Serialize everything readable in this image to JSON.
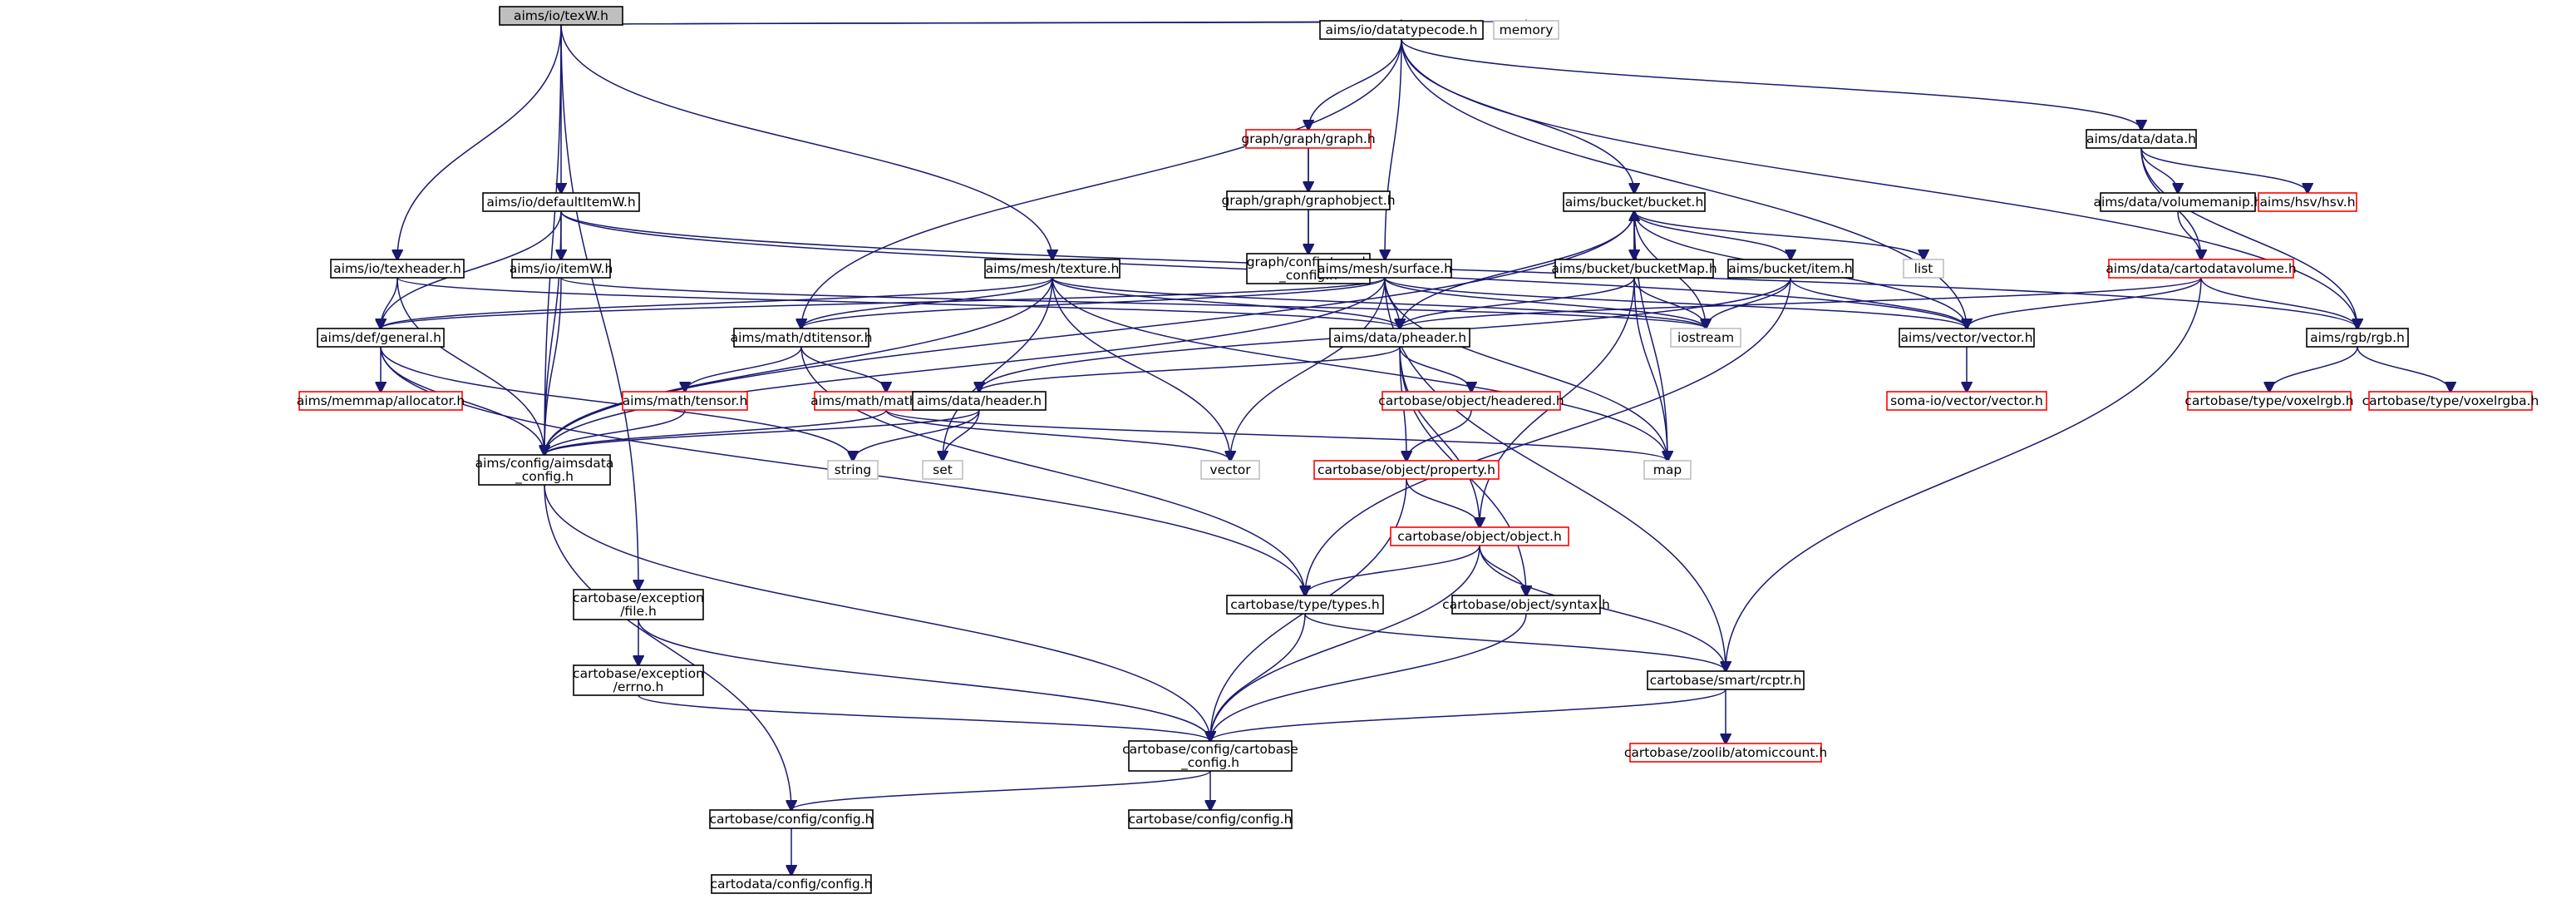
{
  "nodes": [
    {
      "id": "texW",
      "lines": [
        "aims/io/texW.h"
      ],
      "style": "root"
    },
    {
      "id": "datatypecode",
      "lines": [
        "aims/io/datatypecode.h"
      ],
      "style": "black"
    },
    {
      "id": "memory",
      "lines": [
        "memory"
      ],
      "style": "gray"
    },
    {
      "id": "graph",
      "lines": [
        "graph/graph/graph.h"
      ],
      "style": "red"
    },
    {
      "id": "graphobject",
      "lines": [
        "graph/graph/graphobject.h"
      ],
      "style": "black"
    },
    {
      "id": "graphconfig",
      "lines": [
        "graph/config/graph",
        "_config.h"
      ],
      "style": "black"
    },
    {
      "id": "defaultItemW",
      "lines": [
        "aims/io/defaultItemW.h"
      ],
      "style": "black"
    },
    {
      "id": "texheader",
      "lines": [
        "aims/io/texheader.h"
      ],
      "style": "black"
    },
    {
      "id": "itemW",
      "lines": [
        "aims/io/itemW.h"
      ],
      "style": "black"
    },
    {
      "id": "texture",
      "lines": [
        "aims/mesh/texture.h"
      ],
      "style": "black"
    },
    {
      "id": "surface",
      "lines": [
        "aims/mesh/surface.h"
      ],
      "style": "black"
    },
    {
      "id": "bucket",
      "lines": [
        "aims/bucket/bucket.h"
      ],
      "style": "black"
    },
    {
      "id": "bucketMap",
      "lines": [
        "aims/bucket/bucketMap.h"
      ],
      "style": "black"
    },
    {
      "id": "item",
      "lines": [
        "aims/bucket/item.h"
      ],
      "style": "black"
    },
    {
      "id": "list",
      "lines": [
        "list"
      ],
      "style": "gray"
    },
    {
      "id": "data",
      "lines": [
        "aims/data/data.h"
      ],
      "style": "black"
    },
    {
      "id": "volumemanip",
      "lines": [
        "aims/data/volumemanip.h"
      ],
      "style": "black"
    },
    {
      "id": "hsv",
      "lines": [
        "aims/hsv/hsv.h"
      ],
      "style": "red"
    },
    {
      "id": "cartodatavolume",
      "lines": [
        "aims/data/cartodatavolume.h"
      ],
      "style": "red"
    },
    {
      "id": "rgb",
      "lines": [
        "aims/rgb/rgb.h"
      ],
      "style": "black"
    },
    {
      "id": "voxelrgb",
      "lines": [
        "cartobase/type/voxelrgb.h"
      ],
      "style": "red"
    },
    {
      "id": "voxelrgba",
      "lines": [
        "cartobase/type/voxelrgba.h"
      ],
      "style": "red"
    },
    {
      "id": "vectorh",
      "lines": [
        "aims/vector/vector.h"
      ],
      "style": "black"
    },
    {
      "id": "somavector",
      "lines": [
        "soma-io/vector/vector.h"
      ],
      "style": "red"
    },
    {
      "id": "iostream",
      "lines": [
        "iostream"
      ],
      "style": "gray"
    },
    {
      "id": "general",
      "lines": [
        "aims/def/general.h"
      ],
      "style": "black"
    },
    {
      "id": "allocator",
      "lines": [
        "aims/memmap/allocator.h"
      ],
      "style": "red"
    },
    {
      "id": "dtitensor",
      "lines": [
        "aims/math/dtitensor.h"
      ],
      "style": "black"
    },
    {
      "id": "tensor",
      "lines": [
        "aims/math/tensor.h"
      ],
      "style": "red"
    },
    {
      "id": "mathelem",
      "lines": [
        "aims/math/mathelem.h"
      ],
      "style": "red"
    },
    {
      "id": "pheader",
      "lines": [
        "aims/data/pheader.h"
      ],
      "style": "black"
    },
    {
      "id": "header",
      "lines": [
        "aims/data/header.h"
      ],
      "style": "black"
    },
    {
      "id": "headered",
      "lines": [
        "cartobase/object/headered.h"
      ],
      "style": "red"
    },
    {
      "id": "property",
      "lines": [
        "cartobase/object/property.h"
      ],
      "style": "red"
    },
    {
      "id": "object",
      "lines": [
        "cartobase/object/object.h"
      ],
      "style": "red"
    },
    {
      "id": "string",
      "lines": [
        "string"
      ],
      "style": "gray"
    },
    {
      "id": "set",
      "lines": [
        "set"
      ],
      "style": "gray"
    },
    {
      "id": "vector",
      "lines": [
        "vector"
      ],
      "style": "gray"
    },
    {
      "id": "map",
      "lines": [
        "map"
      ],
      "style": "gray"
    },
    {
      "id": "aimsdataconfig",
      "lines": [
        "aims/config/aimsdata",
        "_config.h"
      ],
      "style": "black"
    },
    {
      "id": "types",
      "lines": [
        "cartobase/type/types.h"
      ],
      "style": "black"
    },
    {
      "id": "syntax",
      "lines": [
        "cartobase/object/syntax.h"
      ],
      "style": "black"
    },
    {
      "id": "rcptr",
      "lines": [
        "cartobase/smart/rcptr.h"
      ],
      "style": "black"
    },
    {
      "id": "atomiccount",
      "lines": [
        "cartobase/zoolib/atomiccount.h"
      ],
      "style": "red"
    },
    {
      "id": "exfile",
      "lines": [
        "cartobase/exception",
        "/file.h"
      ],
      "style": "black"
    },
    {
      "id": "errno",
      "lines": [
        "cartobase/exception",
        "/errno.h"
      ],
      "style": "black"
    },
    {
      "id": "cartobaseconfig",
      "lines": [
        "cartobase/config/cartobase",
        "_config.h"
      ],
      "style": "black"
    },
    {
      "id": "config1",
      "lines": [
        "cartobase/config/config.h"
      ],
      "style": "black"
    },
    {
      "id": "config2",
      "lines": [
        "cartobase/config/config.h"
      ],
      "style": "black"
    },
    {
      "id": "cartodataconfig",
      "lines": [
        "cartodata/config/config.h"
      ],
      "style": "black"
    }
  ],
  "edges": [
    [
      "texW",
      "datatypecode"
    ],
    [
      "texW",
      "memory"
    ],
    [
      "texW",
      "defaultItemW"
    ],
    [
      "texW",
      "texheader"
    ],
    [
      "texW",
      "texture"
    ],
    [
      "texW",
      "aimsdataconfig"
    ],
    [
      "texW",
      "exfile"
    ],
    [
      "datatypecode",
      "graph"
    ],
    [
      "datatypecode",
      "dtitensor"
    ],
    [
      "datatypecode",
      "surface"
    ],
    [
      "datatypecode",
      "bucket"
    ],
    [
      "datatypecode",
      "vectorh"
    ],
    [
      "datatypecode",
      "data"
    ],
    [
      "datatypecode",
      "rgb"
    ],
    [
      "graph",
      "graphobject"
    ],
    [
      "graph",
      "graphconfig"
    ],
    [
      "graphobject",
      "graphconfig"
    ],
    [
      "defaultItemW",
      "itemW"
    ],
    [
      "defaultItemW",
      "general"
    ],
    [
      "defaultItemW",
      "aimsdataconfig"
    ],
    [
      "defaultItemW",
      "vectorh"
    ],
    [
      "defaultItemW",
      "rgb"
    ],
    [
      "texheader",
      "general"
    ],
    [
      "texheader",
      "pheader"
    ],
    [
      "texheader",
      "aimsdataconfig"
    ],
    [
      "itemW",
      "iostream"
    ],
    [
      "itemW",
      "aimsdataconfig"
    ],
    [
      "texture",
      "general"
    ],
    [
      "texture",
      "dtitensor"
    ],
    [
      "texture",
      "pheader"
    ],
    [
      "texture",
      "aimsdataconfig"
    ],
    [
      "texture",
      "vector"
    ],
    [
      "texture",
      "iostream"
    ],
    [
      "texture",
      "set"
    ],
    [
      "texture",
      "map"
    ],
    [
      "surface",
      "general"
    ],
    [
      "surface",
      "dtitensor"
    ],
    [
      "surface",
      "pheader"
    ],
    [
      "surface",
      "vectorh"
    ],
    [
      "surface",
      "iostream"
    ],
    [
      "surface",
      "vector"
    ],
    [
      "surface",
      "map"
    ],
    [
      "surface",
      "rcptr"
    ],
    [
      "surface",
      "aimsdataconfig"
    ],
    [
      "bucket",
      "bucketMap"
    ],
    [
      "bucket",
      "item"
    ],
    [
      "bucket",
      "list"
    ],
    [
      "bucket",
      "pheader"
    ],
    [
      "bucket",
      "iostream"
    ],
    [
      "bucket",
      "map"
    ],
    [
      "bucket",
      "aimsdataconfig"
    ],
    [
      "bucket",
      "vectorh"
    ],
    [
      "bucketMap",
      "bucket"
    ],
    [
      "bucketMap",
      "iostream"
    ],
    [
      "bucketMap",
      "map"
    ],
    [
      "bucketMap",
      "object"
    ],
    [
      "bucketMap",
      "pheader"
    ],
    [
      "item",
      "vectorh"
    ],
    [
      "item",
      "iostream"
    ],
    [
      "item",
      "header"
    ],
    [
      "item",
      "types"
    ],
    [
      "data",
      "volumemanip"
    ],
    [
      "data",
      "hsv"
    ],
    [
      "data",
      "cartodatavolume"
    ],
    [
      "data",
      "rgb"
    ],
    [
      "volumemanip",
      "cartodatavolume"
    ],
    [
      "cartodatavolume",
      "vectorh"
    ],
    [
      "cartodatavolume",
      "rgb"
    ],
    [
      "cartodatavolume",
      "pheader"
    ],
    [
      "cartodatavolume",
      "rcptr"
    ],
    [
      "rgb",
      "voxelrgb"
    ],
    [
      "rgb",
      "voxelrgba"
    ],
    [
      "vectorh",
      "somavector"
    ],
    [
      "general",
      "allocator"
    ],
    [
      "general",
      "aimsdataconfig"
    ],
    [
      "general",
      "string"
    ],
    [
      "general",
      "types"
    ],
    [
      "dtitensor",
      "tensor"
    ],
    [
      "dtitensor",
      "mathelem"
    ],
    [
      "dtitensor",
      "types"
    ],
    [
      "tensor",
      "aimsdataconfig"
    ],
    [
      "mathelem",
      "vector"
    ],
    [
      "mathelem",
      "map"
    ],
    [
      "mathelem",
      "aimsdataconfig"
    ],
    [
      "pheader",
      "header"
    ],
    [
      "pheader",
      "headered"
    ],
    [
      "pheader",
      "property"
    ],
    [
      "pheader",
      "object"
    ],
    [
      "pheader",
      "syntax"
    ],
    [
      "header",
      "string"
    ],
    [
      "header",
      "set"
    ],
    [
      "header",
      "aimsdataconfig"
    ],
    [
      "headered",
      "property"
    ],
    [
      "property",
      "object"
    ],
    [
      "property",
      "cartobaseconfig"
    ],
    [
      "object",
      "types"
    ],
    [
      "object",
      "syntax"
    ],
    [
      "object",
      "rcptr"
    ],
    [
      "object",
      "cartobaseconfig"
    ],
    [
      "aimsdataconfig",
      "cartobaseconfig"
    ],
    [
      "aimsdataconfig",
      "config1"
    ],
    [
      "types",
      "rcptr"
    ],
    [
      "types",
      "cartobaseconfig"
    ],
    [
      "syntax",
      "cartobaseconfig"
    ],
    [
      "rcptr",
      "atomiccount"
    ],
    [
      "rcptr",
      "cartobaseconfig"
    ],
    [
      "exfile",
      "errno"
    ],
    [
      "exfile",
      "cartobaseconfig"
    ],
    [
      "errno",
      "cartobaseconfig"
    ],
    [
      "cartobaseconfig",
      "config1"
    ],
    [
      "cartobaseconfig",
      "config2"
    ],
    [
      "config1",
      "cartodataconfig"
    ]
  ],
  "colors": {
    "edge": "#191970",
    "edge_red": "#8b1a1a",
    "box_red": "#ff0000",
    "box_gray": "#bfbfbf",
    "root_fill": "#bfbfbf"
  }
}
